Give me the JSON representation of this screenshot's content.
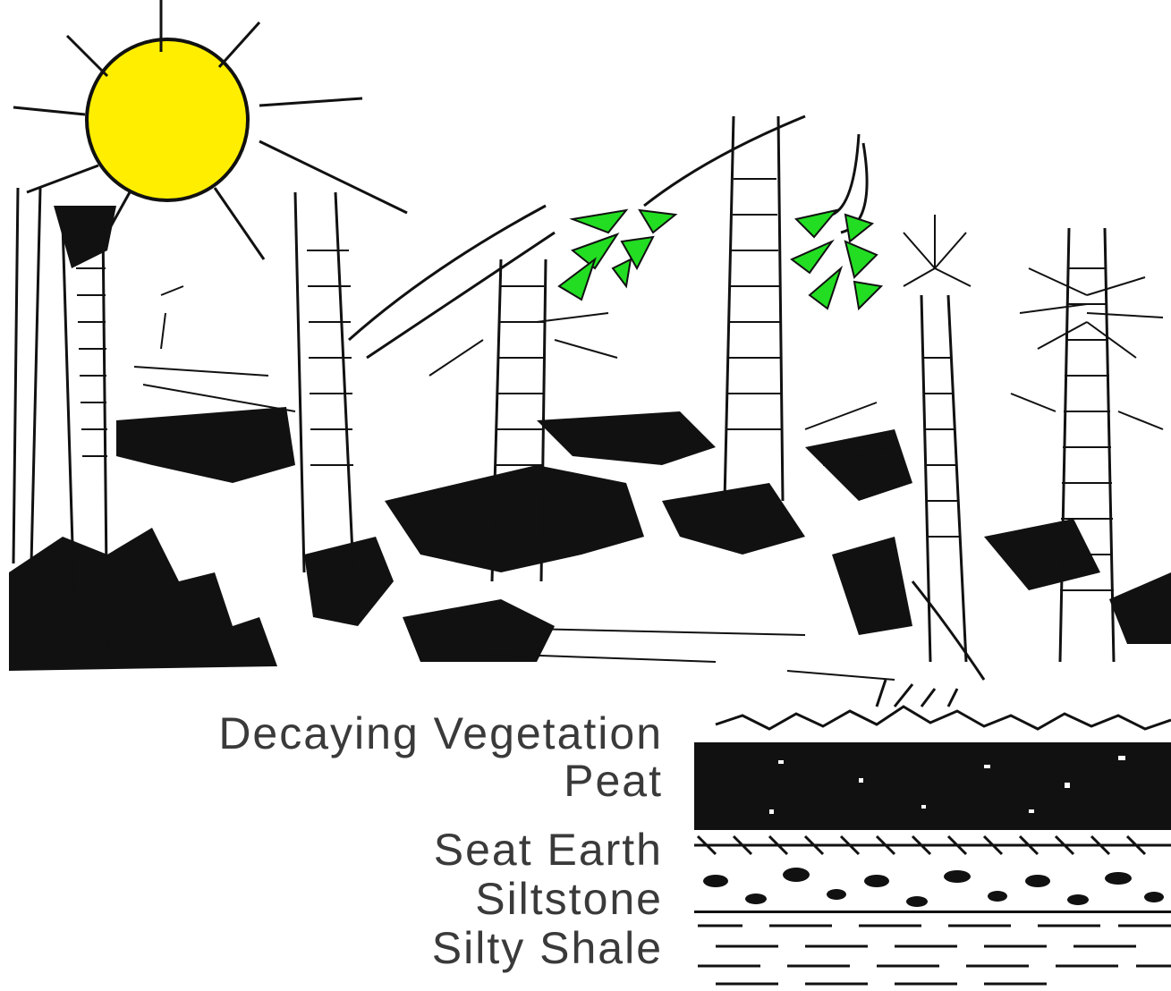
{
  "labels": {
    "decaying_vegetation": "Decaying Vegetation",
    "peat": "Peat",
    "seat_earth": "Seat Earth",
    "siltstone": "Siltstone",
    "silty_shale": "Silty Shale"
  },
  "colors": {
    "sun": "#ffee00",
    "leaves": "#22dd22",
    "ink": "#111111",
    "label_text": "#3a3a3a"
  }
}
